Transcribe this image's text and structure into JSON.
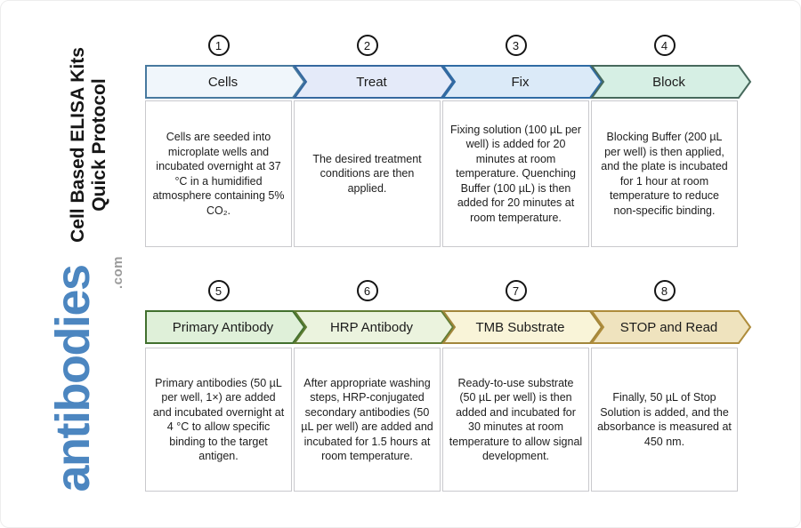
{
  "title": {
    "line1": "Cell Based ELISA Kits",
    "line2": "Quick Protocol"
  },
  "brand": {
    "name": "antibodies",
    "tld": ".com",
    "name_color": "#4C86C0",
    "tld_color": "#9B9B9B"
  },
  "steps": [
    {
      "number": "1",
      "title": "Cells",
      "description": "Cells are seeded into microplate wells and incubated overnight at 37 °C in a humidified atmosphere containing 5% CO₂.",
      "fill": "#F0F6FB",
      "stroke": "#47799F"
    },
    {
      "number": "2",
      "title": "Treat",
      "description": "The desired treatment conditions are then applied.",
      "fill": "#E4EAF9",
      "stroke": "#35689F"
    },
    {
      "number": "3",
      "title": "Fix",
      "description": "Fixing solution (100 µL per well) is added for 20 minutes at room temperature. Quenching Buffer (100 µL) is then added for 20 minutes at room temperature.",
      "fill": "#DBEAF8",
      "stroke": "#2F6BA4"
    },
    {
      "number": "4",
      "title": "Block",
      "description": "Blocking Buffer (200 µL per well) is then applied, and the plate is incubated for 1 hour at room temperature to reduce non-specific binding.",
      "fill": "#D6EFE4",
      "stroke": "#47695C"
    },
    {
      "number": "5",
      "title": "Primary Antibody",
      "description": "Primary antibodies (50 µL per well, 1×) are added and incubated overnight at 4 °C to allow specific binding to the target antigen.",
      "fill": "#DFF0D9",
      "stroke": "#41702E"
    },
    {
      "number": "6",
      "title": "HRP Antibody",
      "description": "After appropriate washing steps, HRP-conjugated secondary antibodies (50 µL per well) are added and incubated for 1.5 hours at room temperature.",
      "fill": "#EBF3DE",
      "stroke": "#5F7C33"
    },
    {
      "number": "7",
      "title": "TMB Substrate",
      "description": "Ready-to-use substrate (50 µL per well) is then added and incubated for 30 minutes at room temperature to allow signal development.",
      "fill": "#F9F4D8",
      "stroke": "#A2863B"
    },
    {
      "number": "8",
      "title": "STOP and Read",
      "description": "Finally, 50 µL of Stop Solution is added, and the absorbance is measured at 450 nm.",
      "fill": "#EFE3BE",
      "stroke": "#AE8C3B"
    }
  ]
}
